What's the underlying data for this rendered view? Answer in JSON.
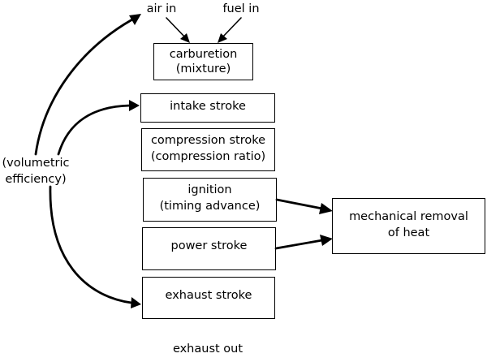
{
  "inputs": {
    "air": "air in",
    "fuel": "fuel in"
  },
  "carburetion": {
    "line1": "carburetion",
    "line2": "(mixture)"
  },
  "intake": {
    "line1": "intake stroke"
  },
  "compression": {
    "line1": "compression stroke",
    "line2": "(compression ratio)"
  },
  "ignition": {
    "line1": "ignition",
    "line2": "(timing advance)"
  },
  "power": {
    "line1": "power stroke"
  },
  "exhaust": {
    "line1": "exhaust stroke"
  },
  "heat": {
    "line1": "mechanical removal",
    "line2": "of heat"
  },
  "volumetric": {
    "line1": "(volumetric",
    "line2": "efficiency)"
  },
  "output": {
    "exhaust_out": "exhaust out"
  }
}
